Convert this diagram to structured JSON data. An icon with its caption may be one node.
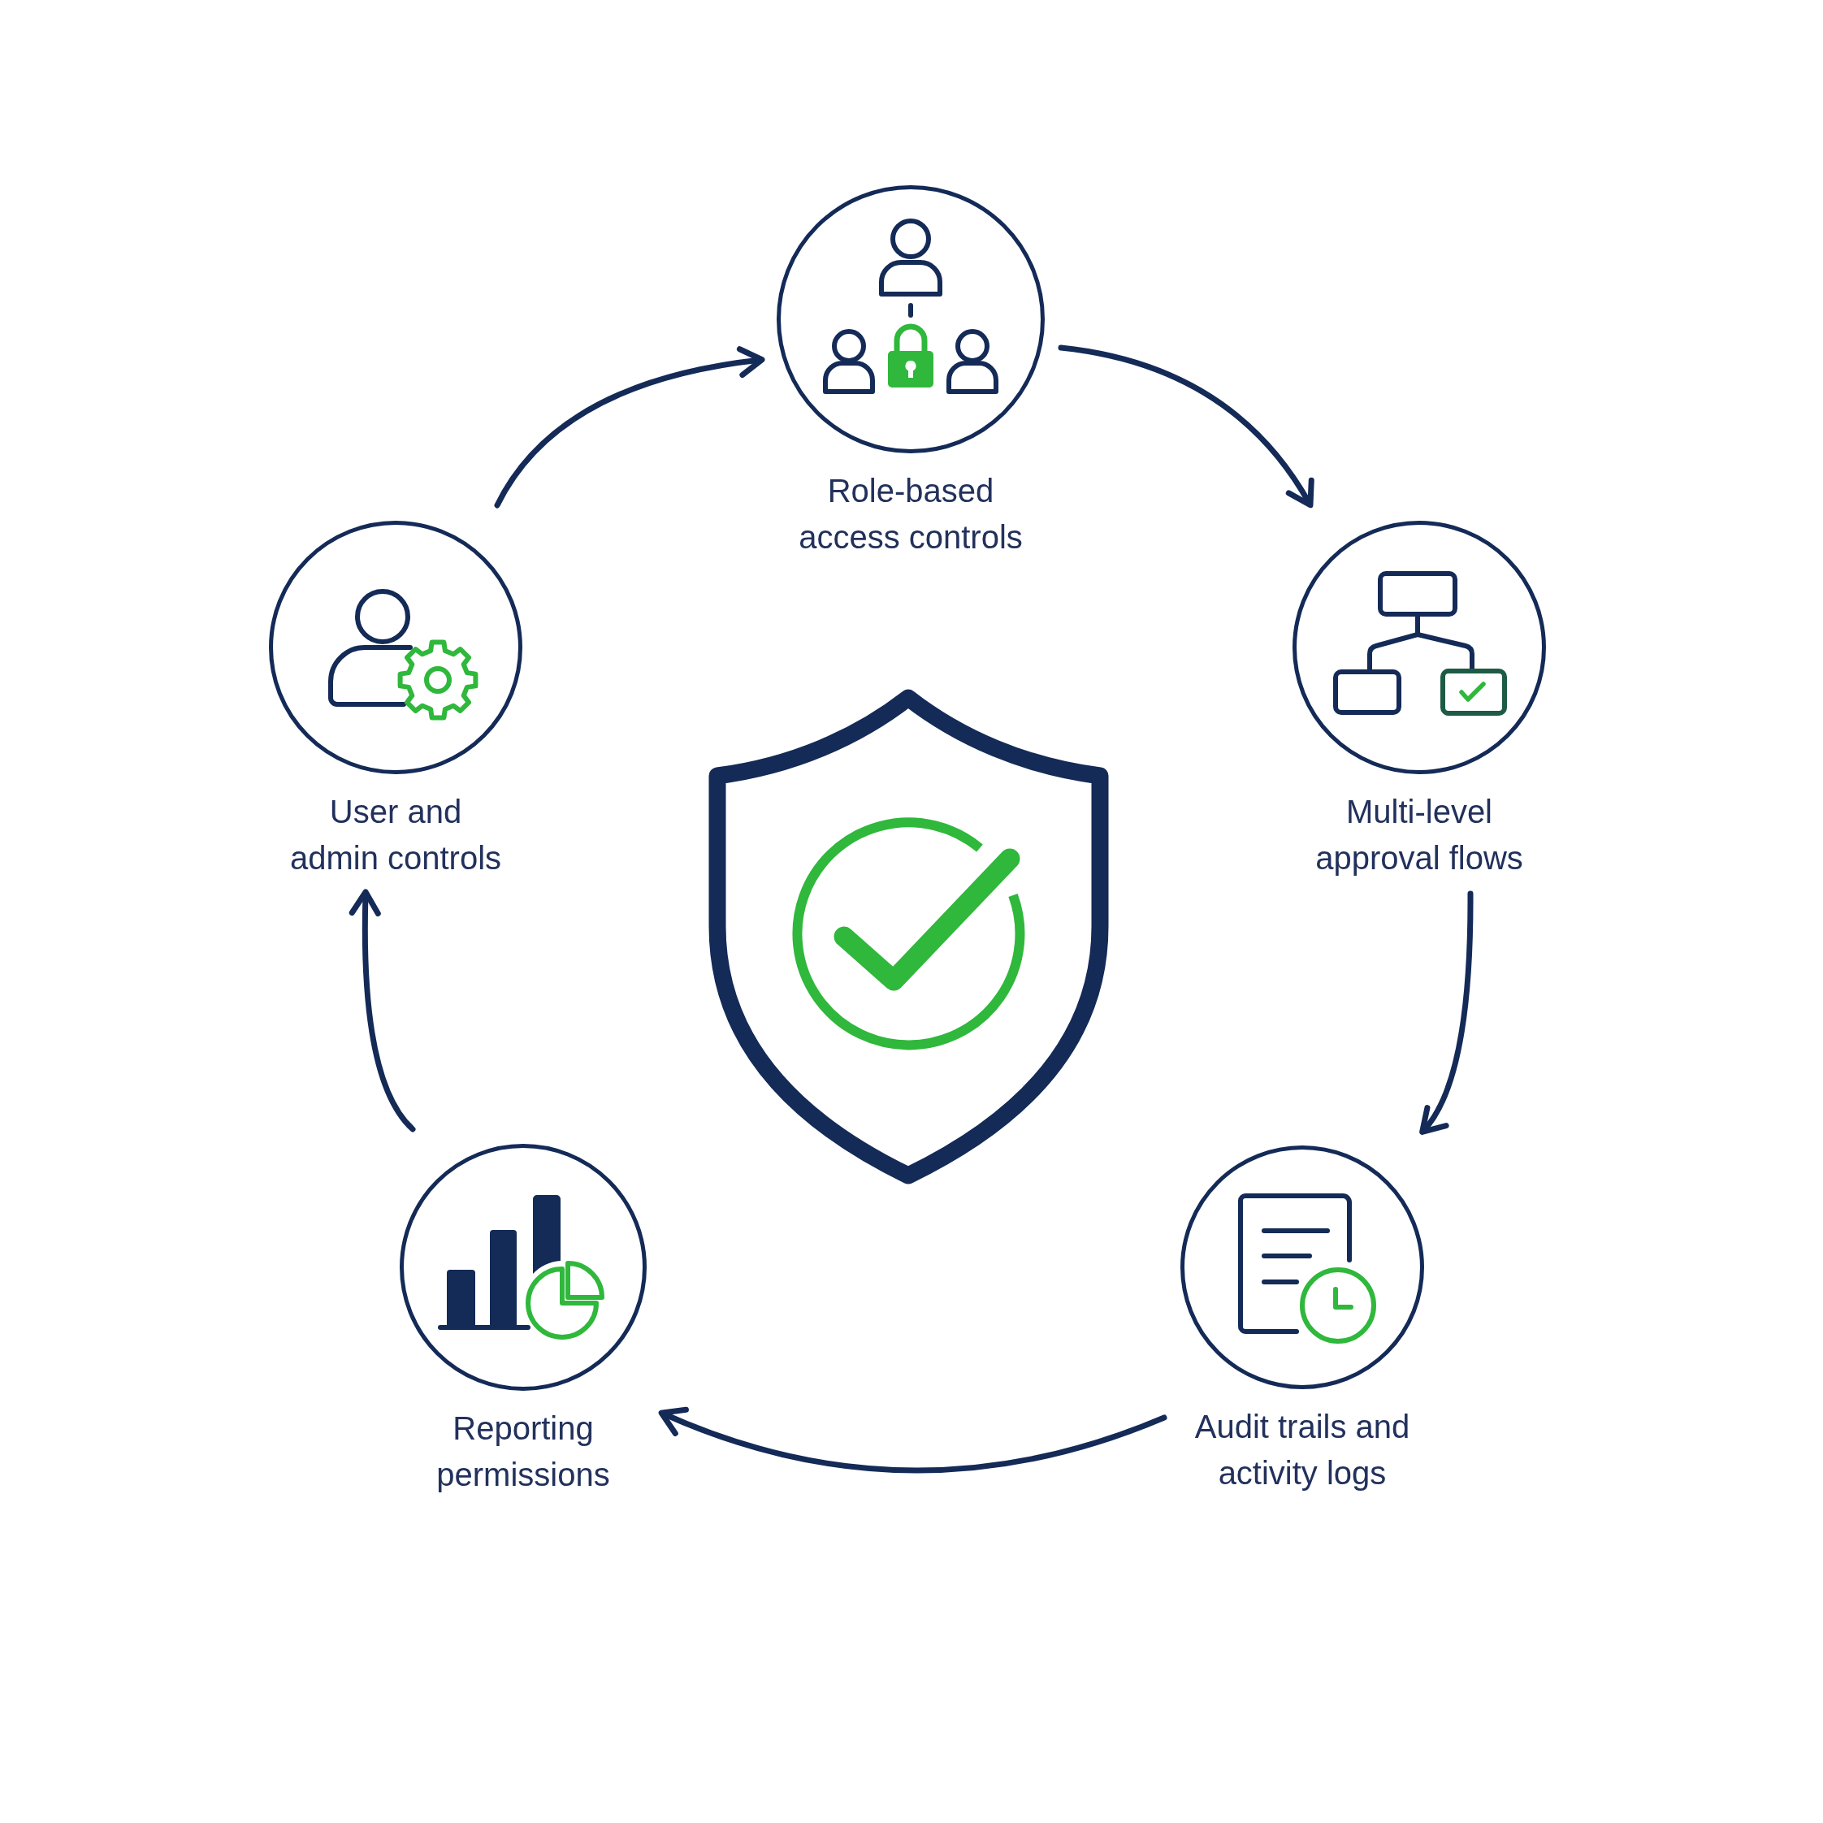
{
  "diagram": {
    "nodes": [
      {
        "text": [
          "Role-based access controls"
        ]
      },
      {
        "text": [
          "User and admin controls"
        ]
      },
      {
        "text": [
          "Multi-level approval flows"
        ]
      },
      {
        "text": [
          "Reporting permissions"
        ]
      },
      {
        "text": [
          "Audit trails and activity logs"
        ]
      }
    ],
    "edges": [
      {
        "from": 0,
        "to": 2,
        "arrow": "to"
      },
      {
        "from": 2,
        "to": 4,
        "arrow": "to"
      },
      {
        "from": 4,
        "to": 3,
        "arrow": "to"
      },
      {
        "from": 3,
        "to": 1,
        "arrow": "to"
      },
      {
        "from": 1,
        "to": 0,
        "arrow": "to"
      }
    ]
  }
}
